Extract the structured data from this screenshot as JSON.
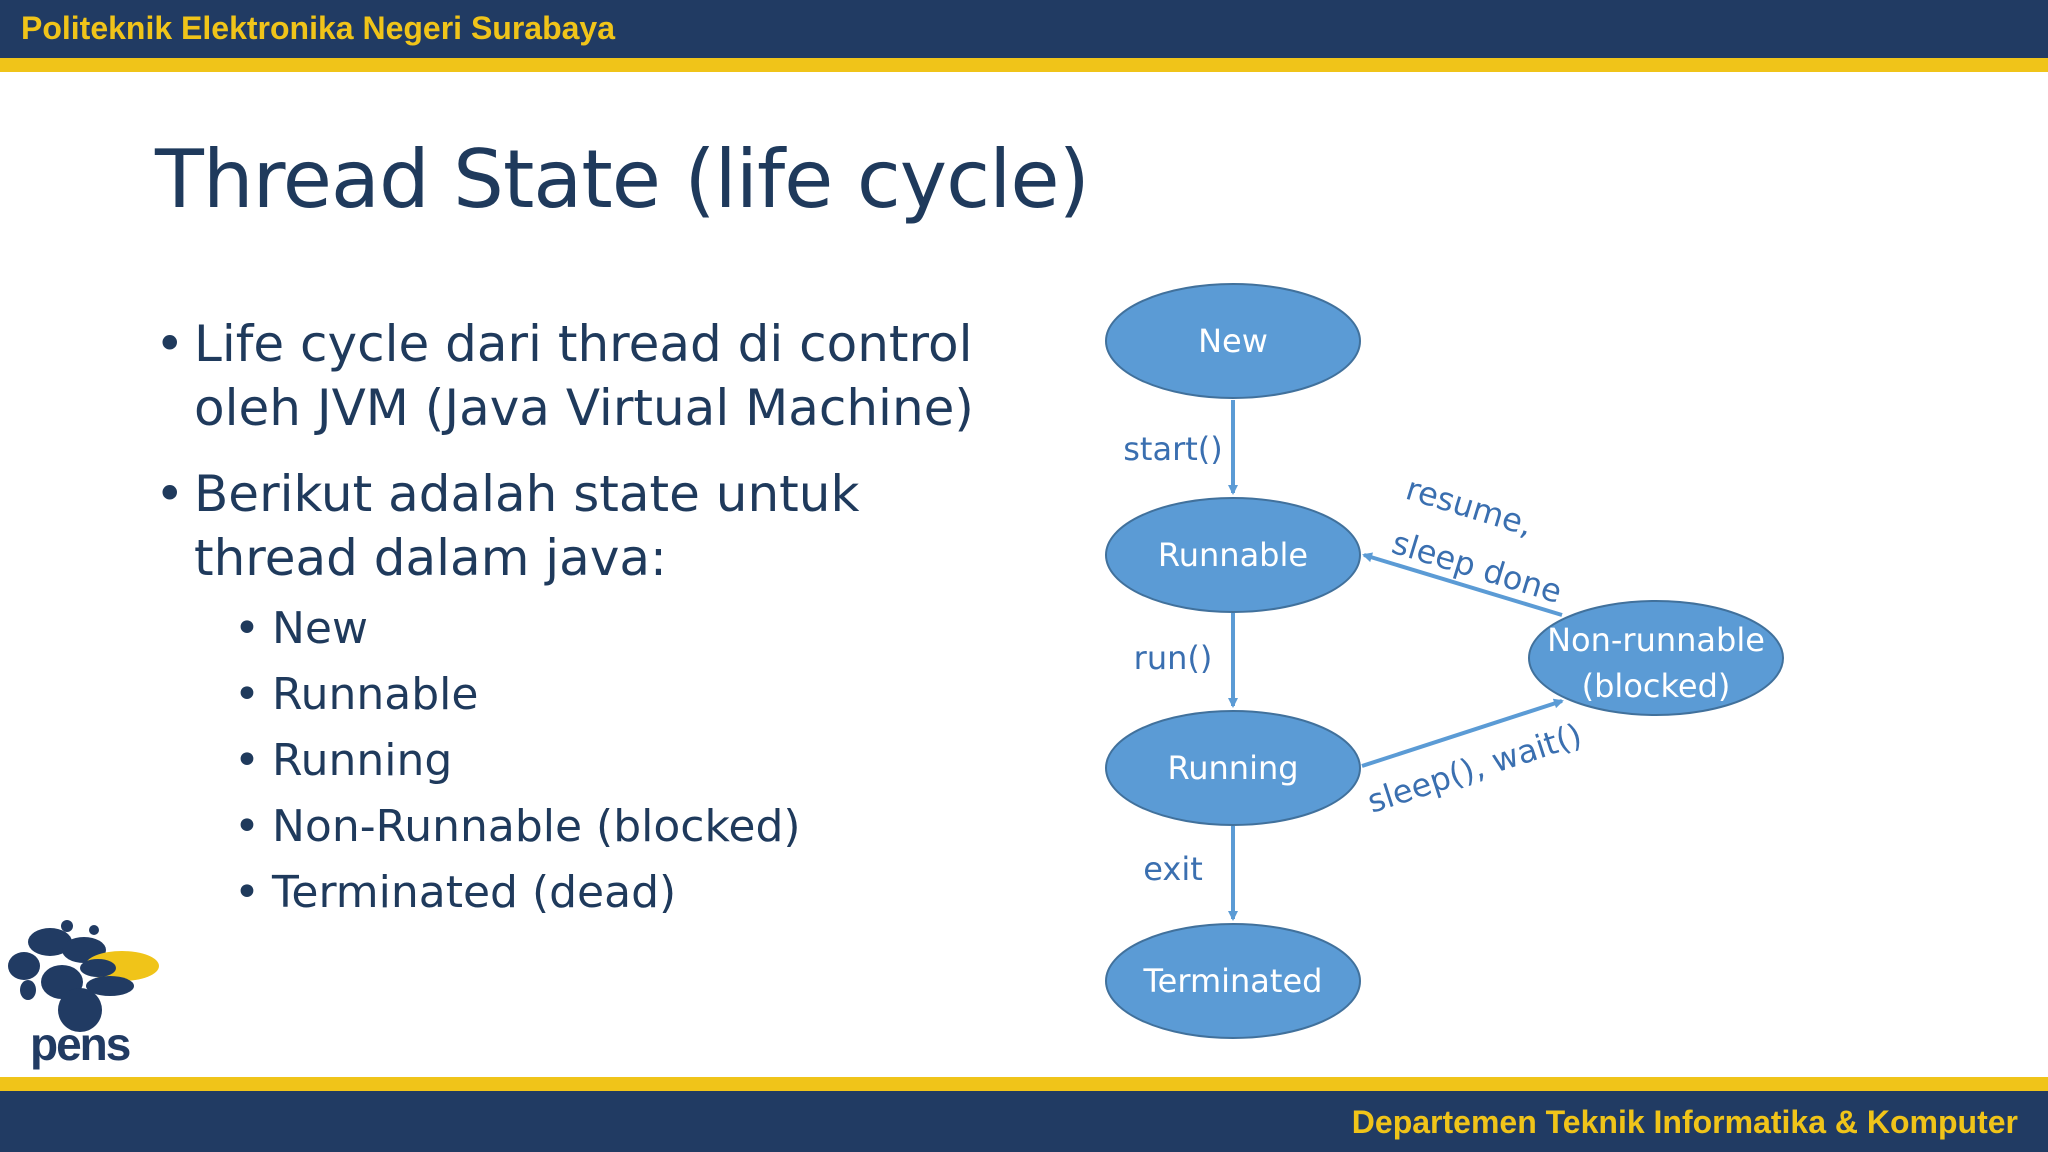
{
  "header": {
    "institution": "Politeknik Elektronika Negeri Surabaya"
  },
  "footer": {
    "department": "Departemen Teknik Informatika & Komputer"
  },
  "slide": {
    "title": "Thread State (life cycle)",
    "bullets": [
      {
        "text": "Life cycle dari thread di control oleh JVM (Java Virtual Machine)"
      },
      {
        "text": "Berikut adalah state untuk thread dalam java:",
        "sub_items": [
          "New",
          "Runnable",
          "Running",
          "Non-Runnable (blocked)",
          "Terminated (dead)"
        ]
      }
    ]
  },
  "logo": {
    "text": "pens"
  },
  "diagram": {
    "nodes": {
      "new": "New",
      "runnable": "Runnable",
      "running": "Running",
      "terminated": "Terminated",
      "non_runnable_line1": "Non-runnable",
      "non_runnable_line2": "(blocked)"
    },
    "edges": {
      "start": "start()",
      "run": "run()",
      "exit": "exit",
      "resume_line1": "resume,",
      "resume_line2": "sleep done",
      "sleep_wait": "sleep(), wait()"
    }
  },
  "colors": {
    "header_bg": "#213b63",
    "accent_yellow": "#f0c419",
    "title_text": "#1f3a5c",
    "node_fill": "#5b9bd5",
    "node_stroke": "#41719c",
    "edge": "#5b9bd5",
    "edge_label": "#3a6fb0"
  }
}
